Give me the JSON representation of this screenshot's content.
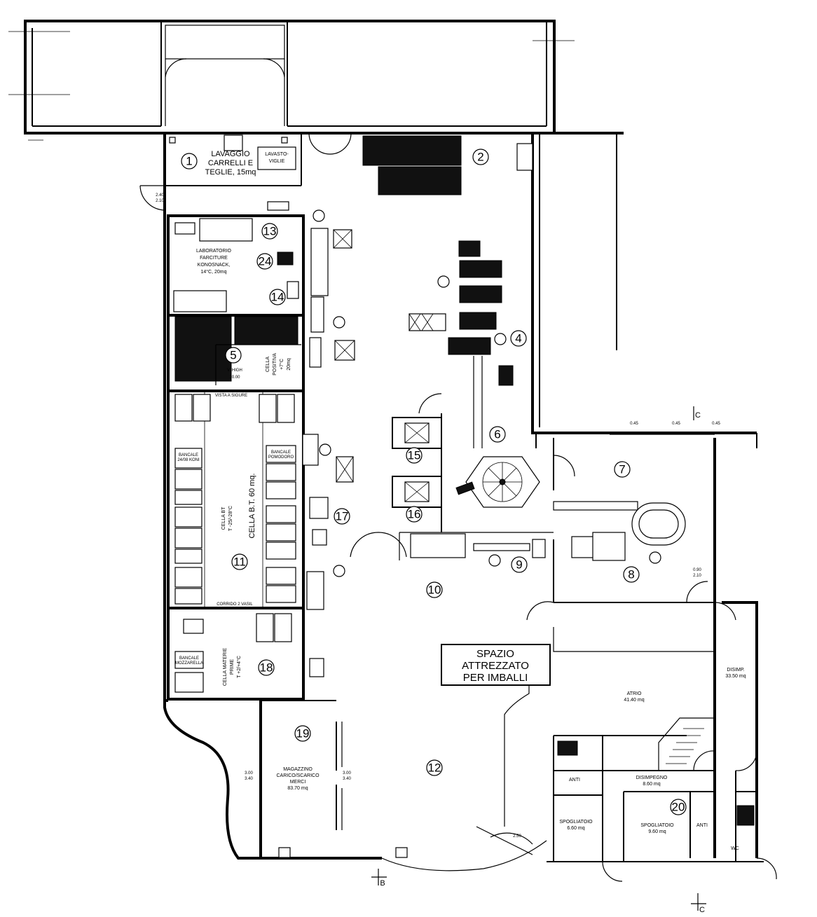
{
  "room_numbers": [
    "1",
    "2",
    "4",
    "5",
    "6",
    "7",
    "8",
    "9",
    "10",
    "11",
    "12",
    "13",
    "14",
    "15",
    "16",
    "17",
    "18",
    "19",
    "20",
    "24"
  ],
  "labels": {
    "lavaggio": [
      "LAVAGGIO",
      "CARRELLI E",
      "TEGLIE, 15mq"
    ],
    "lavastoviglie": [
      "LAVASTO-",
      "VIGLIE"
    ],
    "laboratorio": [
      "LABORATORIO",
      "FARCITURE",
      "KONOSNACK,",
      "14°C, 20mq"
    ],
    "cella_positiva": [
      "CELLA",
      "POSITIVA",
      "+7°C",
      "20mq"
    ],
    "cella_bt": "CELLA B.T. 60 mq.",
    "cella_bt_temp": [
      "CELLA BT",
      "T -25/-28°C"
    ],
    "cella_materie": [
      "CELLA MATERIE",
      "PRIME",
      "T +2/+4°C"
    ],
    "spazio": [
      "SPAZIO",
      "ATTREZZATO",
      "PER IMBALLI"
    ],
    "atrio": [
      "ATRIO",
      "41.40 mq"
    ],
    "disimpegno_right": [
      "DISIMP.",
      "33.50 mq"
    ],
    "disimpegno": [
      "DISIMPEGNO",
      "8.60 mq"
    ],
    "magazzino": [
      "MAGAZZINO",
      "CARICO/SCARICO",
      "MERCI",
      "83.70 mq"
    ],
    "spogliatoio_1": [
      "SPOGLIATOIO",
      "6.60 mq"
    ],
    "spogliatoio_2": [
      "SPOGLIATOIO",
      "9.60 mq"
    ],
    "anti_1": "ANTI",
    "anti_2": "ANTI",
    "wc": "WC",
    "bancale": [
      "BANCALE",
      "24/08 KONI"
    ],
    "bancale_alt": [
      "BANCALE",
      "POMODORO"
    ],
    "bancale_mozz": [
      "BANCALE",
      "MOZZARELLA"
    ],
    "section_b": "B",
    "section_c": "C"
  }
}
